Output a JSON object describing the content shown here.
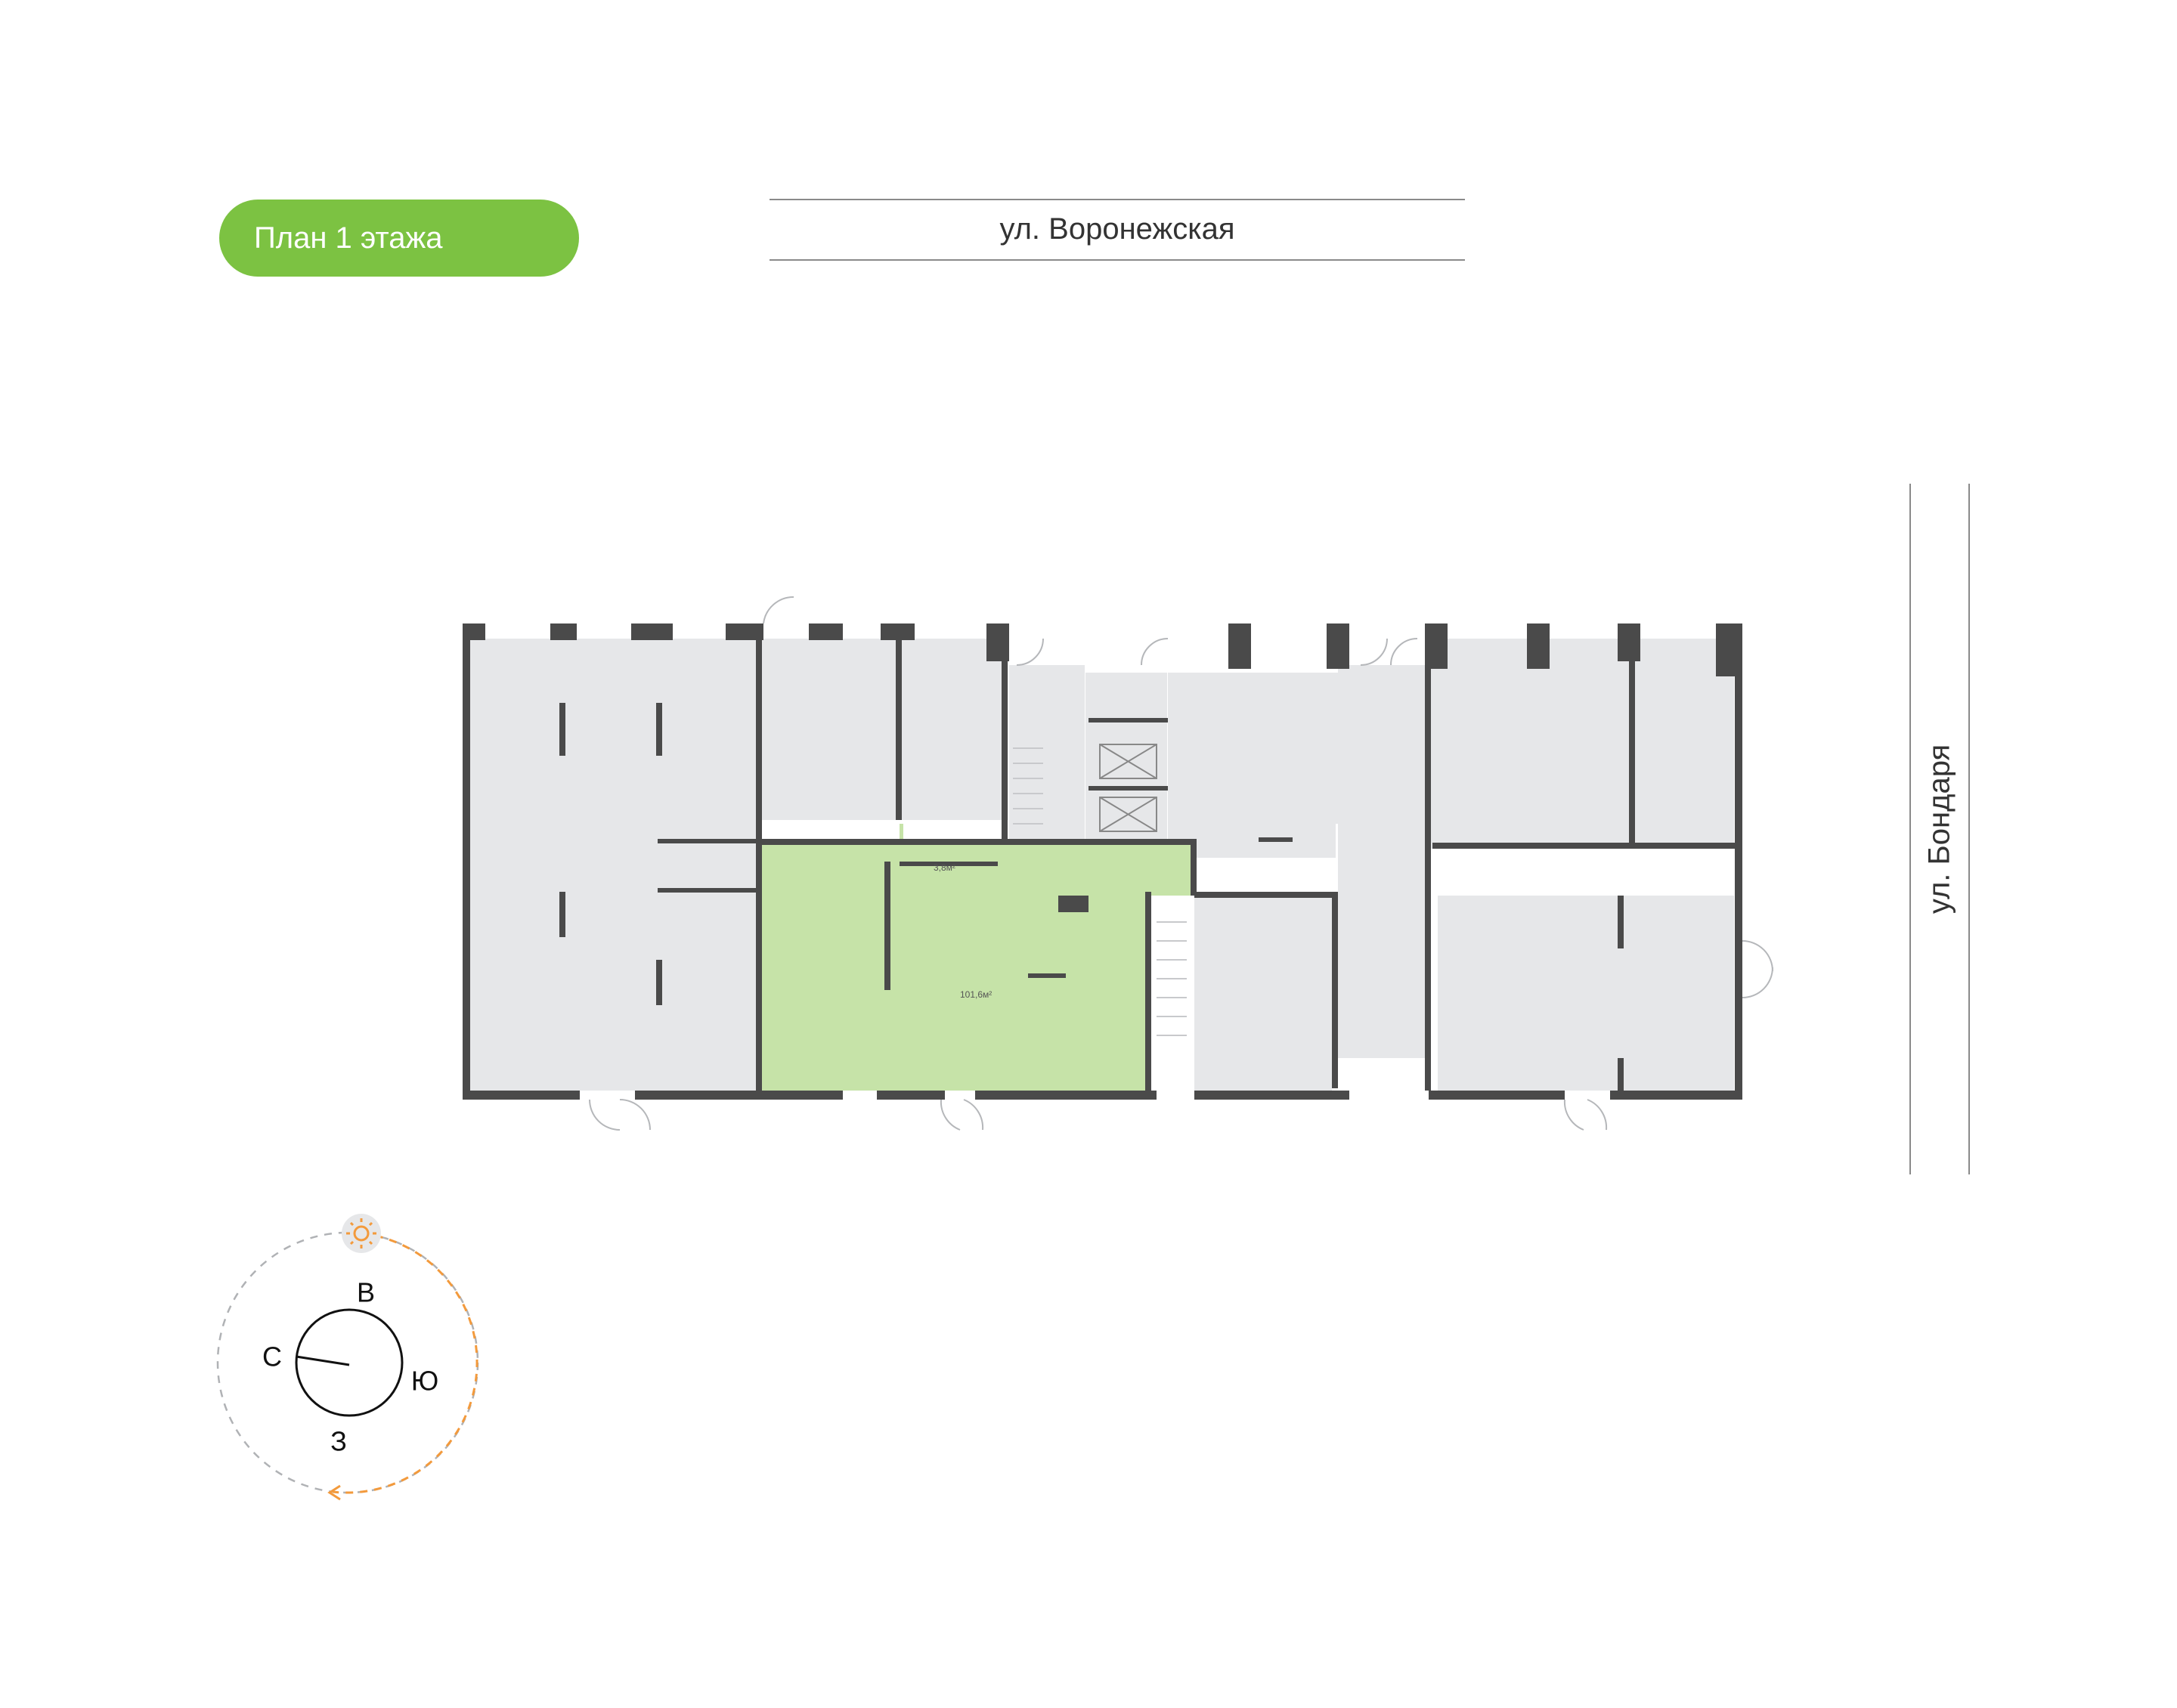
{
  "plan": {
    "title": "План 1 этажа",
    "street_top": "ул. Воронежская",
    "street_right": "ул. Бондаря"
  },
  "unit": {
    "room_small_area": "3,8м²",
    "room_main_area": "101,6м²"
  },
  "compass": {
    "north": "С",
    "east": "В",
    "south": "Ю",
    "west": "З"
  },
  "colors": {
    "accent_green": "#7cc242",
    "highlight_fill": "#c6e3a8",
    "room_fill": "#e6e7e9",
    "wall": "#4a4a4a",
    "sun_path": "#f39a3c"
  }
}
